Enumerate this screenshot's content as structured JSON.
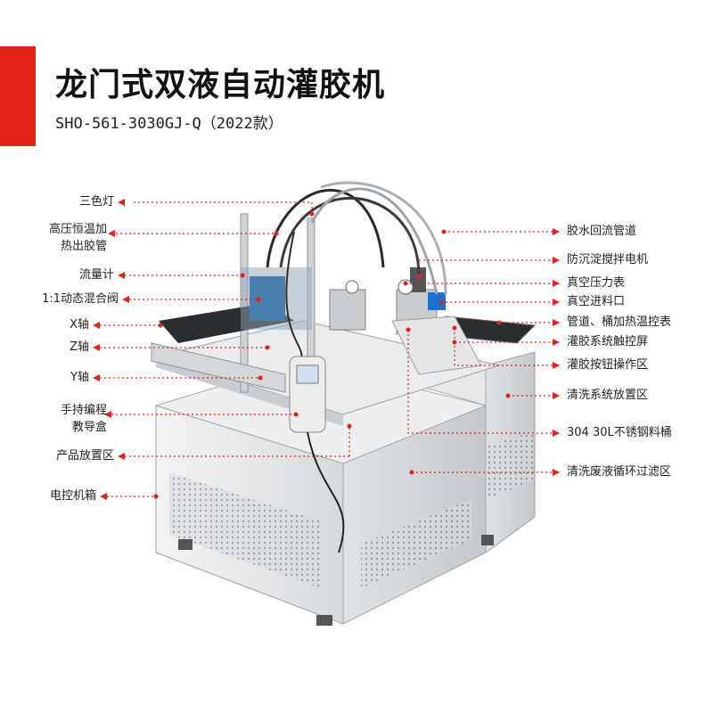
{
  "header": {
    "title": "龙门式双液自动灌胶机",
    "model": "SHO-561-3030GJ-Q（2022款）"
  },
  "colors": {
    "accent": "#e2231a",
    "leader": "#e2231a",
    "machine_body": "#e6e8ea"
  },
  "labels_left": [
    {
      "id": "signal-light",
      "text": "三色灯"
    },
    {
      "id": "heated-hose-1",
      "text": "高压恒温加"
    },
    {
      "id": "heated-hose-2",
      "text": "热出胶管"
    },
    {
      "id": "flow-meter",
      "text": "流量计"
    },
    {
      "id": "mixing-valve",
      "text": "1:1动态混合阀"
    },
    {
      "id": "x-axis",
      "text": "X轴"
    },
    {
      "id": "z-axis",
      "text": "Z轴"
    },
    {
      "id": "y-axis",
      "text": "Y轴"
    },
    {
      "id": "teach-pendant-1",
      "text": "手持编程"
    },
    {
      "id": "teach-pendant-2",
      "text": "教导盒"
    },
    {
      "id": "product-area",
      "text": "产品放置区"
    },
    {
      "id": "control-box",
      "text": "电控机箱"
    }
  ],
  "labels_right": [
    {
      "id": "return-pipe",
      "text": "胶水回流管道"
    },
    {
      "id": "stir-motor",
      "text": "防沉淀搅拌电机"
    },
    {
      "id": "vacuum-gauge",
      "text": "真空压力表"
    },
    {
      "id": "vacuum-inlet",
      "text": "真空进料口"
    },
    {
      "id": "heat-controller",
      "text": "管道、桶加热温控表"
    },
    {
      "id": "touch-screen",
      "text": "灌胶系统触控屏"
    },
    {
      "id": "button-panel",
      "text": "灌胶按钮操作区"
    },
    {
      "id": "cleaning-area",
      "text": "清洗系统放置区"
    },
    {
      "id": "steel-tank",
      "text": "304 30L不锈钢料桶"
    },
    {
      "id": "filter-area",
      "text": "清洗废液循环过滤区"
    }
  ]
}
